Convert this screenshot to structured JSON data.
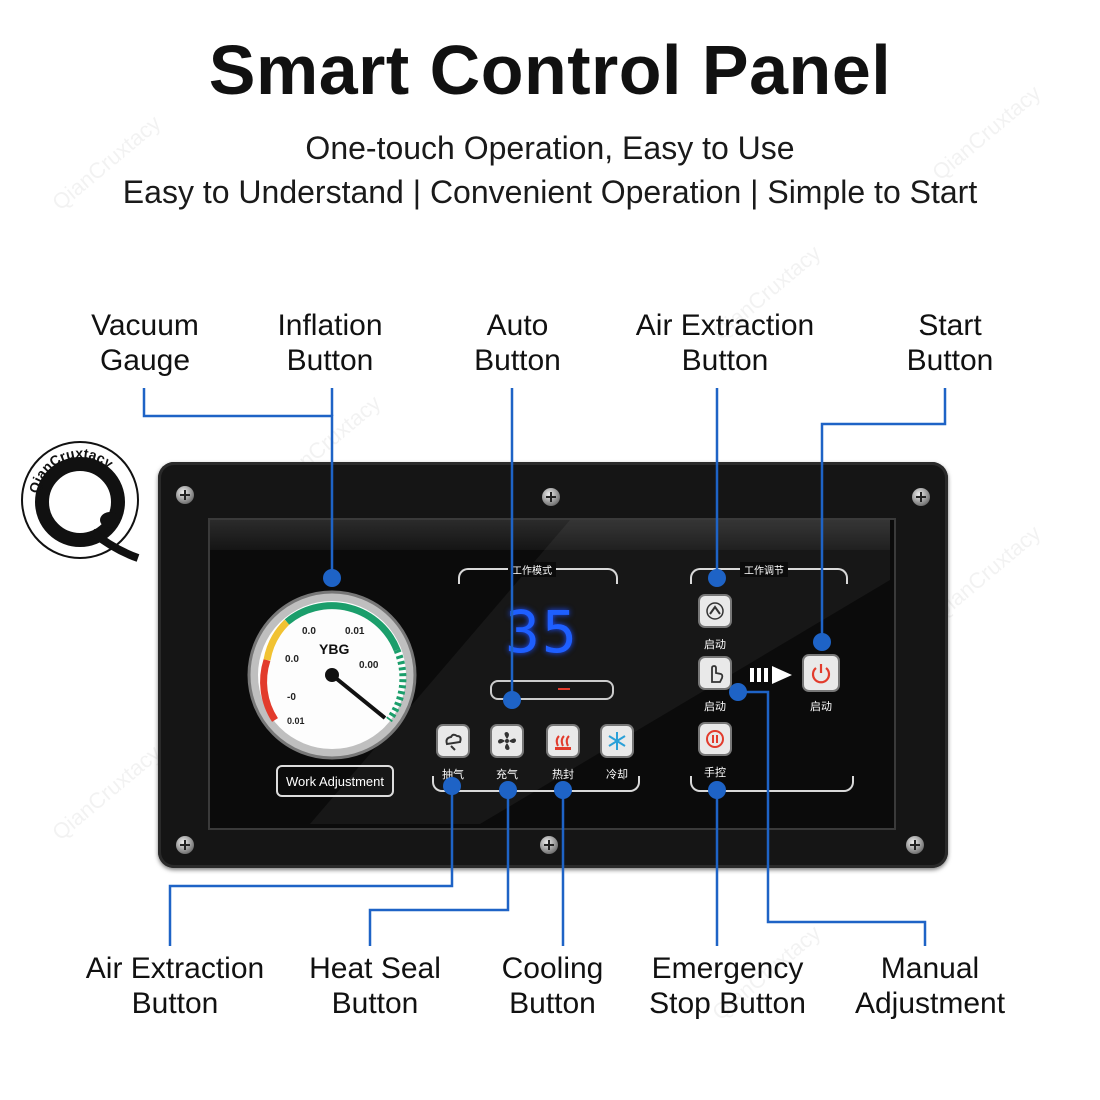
{
  "header": {
    "title": "Smart Control Panel",
    "subtitle_line1": "One-touch Operation, Easy to Use",
    "subtitle_line2": "Easy to Understand | Convenient Operation | Simple to Start"
  },
  "brand": {
    "logo_text": "QianCruxtacy",
    "watermark": "QianCruxtacy"
  },
  "labels_top": {
    "vacuum_gauge": [
      "Vacuum",
      "Gauge"
    ],
    "inflation_button": [
      "Inflation",
      "Button"
    ],
    "auto_button": [
      "Auto",
      "Button"
    ],
    "air_extraction_button": [
      "Air Extraction",
      "Button"
    ],
    "start_button": [
      "Start",
      "Button"
    ]
  },
  "labels_bottom": {
    "air_extraction_button": [
      "Air Extraction",
      "Button"
    ],
    "heat_seal_button": [
      "Heat Seal",
      "Button"
    ],
    "cooling_button": [
      "Cooling",
      "Button"
    ],
    "emergency_stop_button": [
      "Emergency",
      "Stop Button"
    ],
    "manual_adjustment": [
      "Manual",
      "Adjustment"
    ]
  },
  "panel": {
    "display_value": "35",
    "section_left_title": "工作模式",
    "section_right_title": "工作调节",
    "work_adjustment_label": "Work Adjustment",
    "gauge": {
      "brand": "YBG",
      "ticks": [
        "0.0",
        "0.01",
        "0.0",
        "0.00",
        "-0",
        "0.01"
      ]
    },
    "buttons_mode": [
      {
        "caption": "抽气",
        "icon": "air-extraction-icon"
      },
      {
        "caption": "充气",
        "icon": "fan-icon"
      },
      {
        "caption": "热封",
        "icon": "heat-icon"
      },
      {
        "caption": "冷却",
        "icon": "snowflake-icon"
      }
    ],
    "buttons_adjust": [
      {
        "caption": "启动",
        "icon": "chevron-up-icon"
      },
      {
        "caption": "启动",
        "icon": "hand-icon"
      },
      {
        "caption": "手控",
        "icon": "stop-icon"
      },
      {
        "caption": "启动",
        "icon": "power-icon"
      }
    ]
  },
  "colors": {
    "accent": "#1e63c6",
    "display": "#1e5fff",
    "panel": "#151515"
  }
}
